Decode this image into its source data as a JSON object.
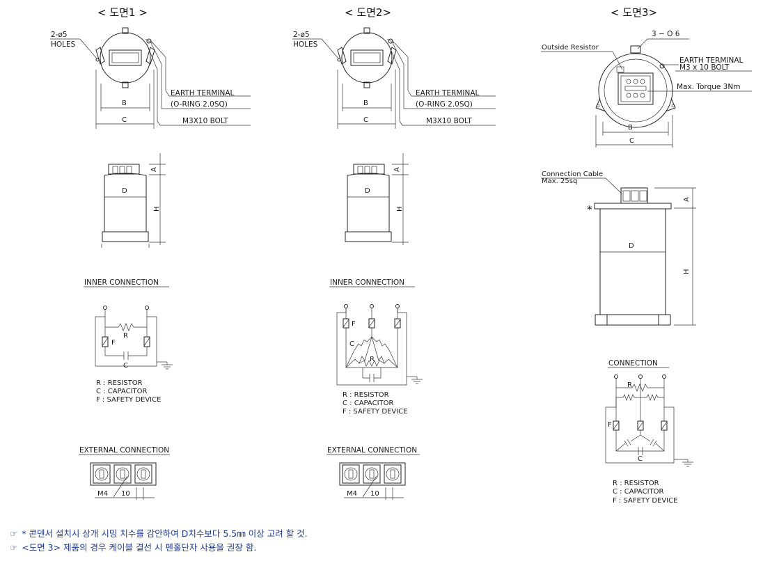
{
  "drawing1": {
    "title": "< 도면1 >",
    "holes_top": "2-ø5",
    "holes_bottom": "HOLES",
    "earth_terminal": "EARTH TERMINAL",
    "oring": "(O-RING 2.0SQ)",
    "bolt": "M3X10 BOLT",
    "dim_b": "B",
    "dim_c": "C",
    "dim_a": "A",
    "dim_d": "D",
    "dim_h": "H",
    "inner_connection": "INNER CONNECTION",
    "sym_r": "R",
    "sym_f": "F",
    "sym_c": "C",
    "legend": [
      "R  :  RESISTOR",
      "C  :  CAPACITOR",
      "F  :  SAFETY DEVICE"
    ],
    "external_connection": "EXTERNAL CONNECTION",
    "ext_m4": "M4",
    "ext_10": "10"
  },
  "drawing2": {
    "title": "< 도면2>",
    "holes_top": "2-ø5",
    "holes_bottom": "HOLES",
    "earth_terminal": "EARTH TERMINAL",
    "oring": "(O-RING 2.0SQ)",
    "bolt": "M3X10 BOLT",
    "dim_b": "B",
    "dim_c": "C",
    "dim_a": "A",
    "dim_d": "D",
    "dim_h": "H",
    "inner_connection": "INNER CONNECTION",
    "sym_r": "R",
    "sym_f": "F",
    "sym_c": "C",
    "legend": [
      "R  :  RESISTOR",
      "C  :  CAPACITOR",
      "F  :  SAFETY DEVICE"
    ],
    "external_connection": "EXTERNAL CONNECTION",
    "ext_m4": "M4",
    "ext_10": "10"
  },
  "drawing3": {
    "title": "< 도면3>",
    "holes": "3 − O 6",
    "outside_resistor": "Outside Resistor",
    "earth_terminal": "EARTH TERMINAL",
    "earth_bolt": "M3 x 10 BOLT",
    "torque": "Max. Torque 3Nm",
    "dim_b": "B",
    "dim_c": "C",
    "conn_cable": "Connection Cable",
    "conn_cable_max": "Max. 25sq",
    "asterisk": "*",
    "dim_a": "A",
    "dim_d": "D",
    "dim_h": "H",
    "connection": "CONNECTION",
    "sym_r": "R",
    "sym_f": "F",
    "sym_c": "C",
    "legend": [
      "R  :  RESISTOR",
      "C  :  CAPACITOR",
      "F  :  SAFETY DEVICE"
    ]
  },
  "notes": [
    {
      "icon": "pointing-hand-icon",
      "text": "* 콘덴서 설치시 상개 시밍 치수를 감안하여 D치수보다 5.5㎜ 이상 고려 할 것."
    },
    {
      "icon": "pointing-hand-icon",
      "text": "<도면 3> 제품의 경우 케이블 결선 시 펜홀단자 사용을 권장 함."
    }
  ],
  "colors": {
    "note_text": "#1f3a93",
    "line": "#222222",
    "background": "#ffffff"
  }
}
